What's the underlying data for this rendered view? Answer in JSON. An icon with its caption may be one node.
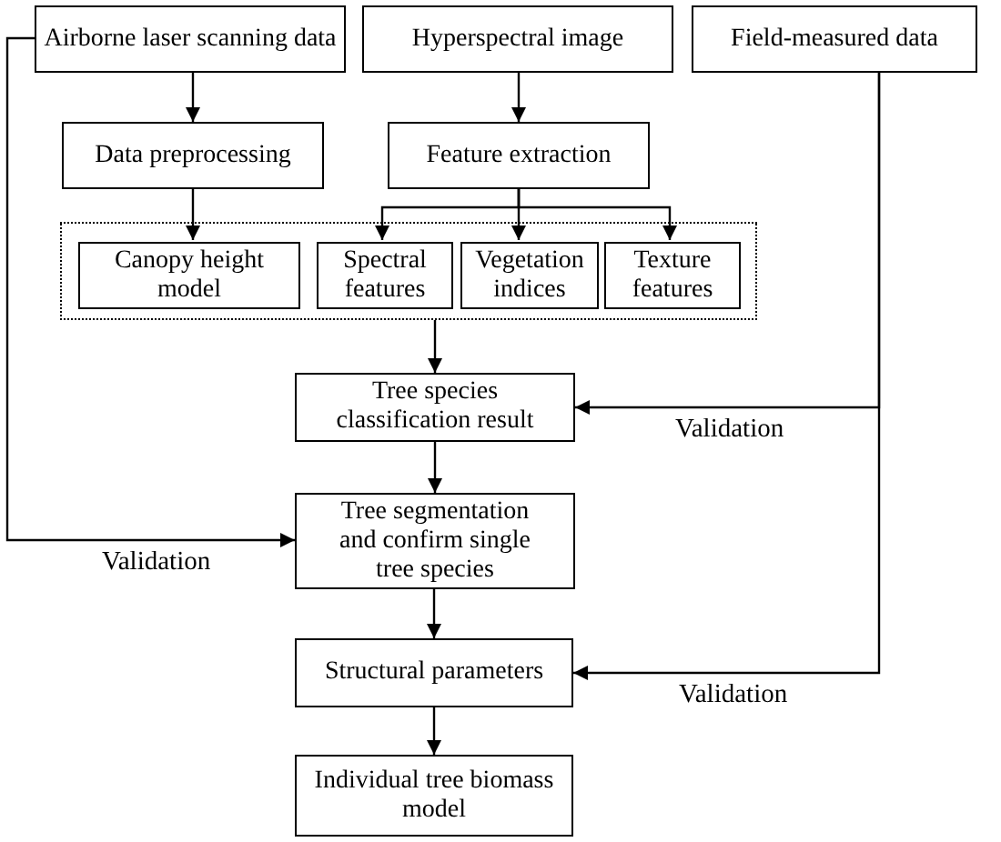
{
  "diagram": {
    "nodes": [
      {
        "text": [
          "Airborne laser scanning data"
        ]
      },
      {
        "text": [
          "Hyperspectral image"
        ]
      },
      {
        "text": [
          "Field-measured data"
        ]
      },
      {
        "text": [
          "Data preprocessing"
        ]
      },
      {
        "text": [
          "Feature extraction"
        ]
      },
      {
        "text": [],
        "shape": "box"
      },
      {
        "text": [
          "Canopy height model"
        ],
        "in": 5
      },
      {
        "text": [
          "Spectral features"
        ],
        "in": 5
      },
      {
        "text": [
          "Vegetation indices"
        ],
        "in": 5
      },
      {
        "text": [
          "Texture features"
        ],
        "in": 5
      },
      {
        "text": [
          "Tree species classification result"
        ]
      },
      {
        "text": [
          "Tree segmentation and confirm single tree species"
        ]
      },
      {
        "text": [
          "Structural parameters"
        ]
      },
      {
        "text": [
          "Individual tree biomass model"
        ]
      }
    ],
    "edges": [
      {
        "from": 0,
        "to": 3,
        "arrow": "to"
      },
      {
        "from": 1,
        "to": 4,
        "arrow": "to"
      },
      {
        "from": 3,
        "to": 6,
        "arrow": "to"
      },
      {
        "from": 4,
        "to": 7,
        "arrow": "to"
      },
      {
        "from": 4,
        "to": 8,
        "arrow": "to"
      },
      {
        "from": 4,
        "to": 9,
        "arrow": "to"
      },
      {
        "from": 5,
        "to": 10,
        "arrow": "to"
      },
      {
        "from": 2,
        "to": 10,
        "arrow": "to",
        "label": "Validation"
      },
      {
        "from": 0,
        "to": 11,
        "arrow": "to",
        "label": "Validation"
      },
      {
        "from": 10,
        "to": 11,
        "arrow": "to"
      },
      {
        "from": 11,
        "to": 12,
        "arrow": "to"
      },
      {
        "from": 2,
        "to": 12,
        "arrow": "to",
        "label": "Validation"
      },
      {
        "from": 12,
        "to": 13,
        "arrow": "to"
      }
    ]
  }
}
